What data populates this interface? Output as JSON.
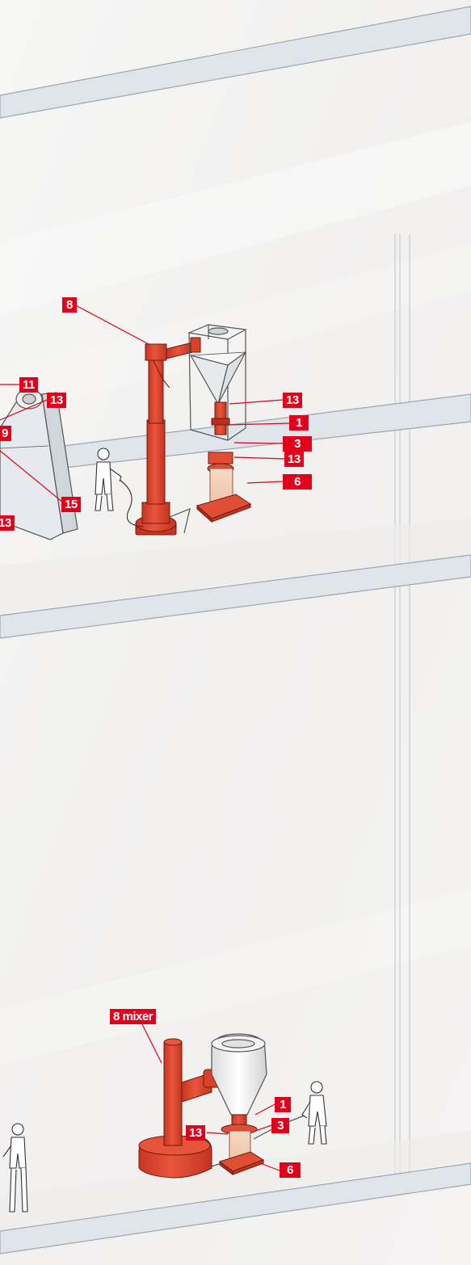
{
  "colors": {
    "accent_red": "#e2001a",
    "equipment_red": "#e0452e",
    "slab_fill": "#dfe5ea",
    "slab_edge": "#9aa7b2",
    "background": "#f3f2f1"
  },
  "labels": {
    "upper_left_11": "11",
    "upper_left_13": "13",
    "upper_left_9": "9",
    "upper_left_15": "15",
    "upper_left_13_cut": "13",
    "upper_8": "8",
    "upper_13_top": "13",
    "upper_1": "1",
    "upper_3": "3",
    "upper_13_bottom": "13",
    "upper_6": "6",
    "lower_8_mixer": "8 mixer",
    "lower_1": "1",
    "lower_3": "3",
    "lower_13": "13",
    "lower_6": "6"
  }
}
